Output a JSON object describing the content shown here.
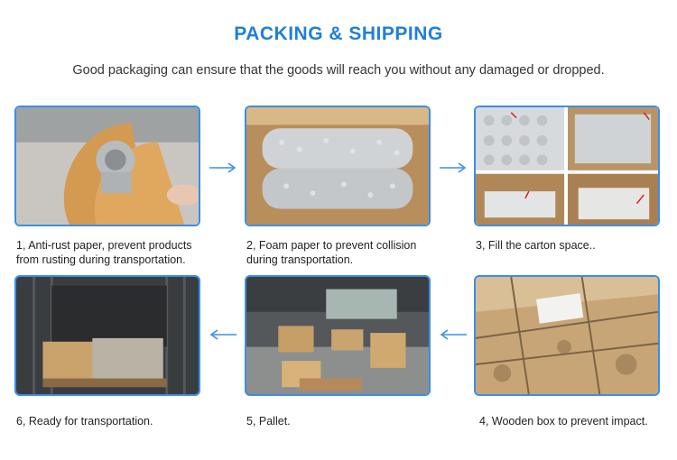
{
  "header": {
    "title": "PACKING & SHIPPING",
    "subtitle": "Good packaging can ensure that the goods will reach you without any damaged or dropped."
  },
  "steps": [
    {
      "caption": "1, Anti-rust paper, prevent products from rusting during transportation."
    },
    {
      "caption": "2, Foam paper to prevent collision during transportation."
    },
    {
      "caption": "3, Fill the carton space.."
    },
    {
      "caption": "4, Wooden box to prevent impact."
    },
    {
      "caption": "5, Pallet."
    },
    {
      "caption": "6, Ready for transportation."
    }
  ],
  "colors": {
    "title": "#1f7fd8",
    "frame": "#3a8ee8",
    "arrow": "#3a8ee8"
  },
  "icons": {
    "arrow_right": "arrow-right-icon",
    "arrow_left": "arrow-left-icon"
  }
}
